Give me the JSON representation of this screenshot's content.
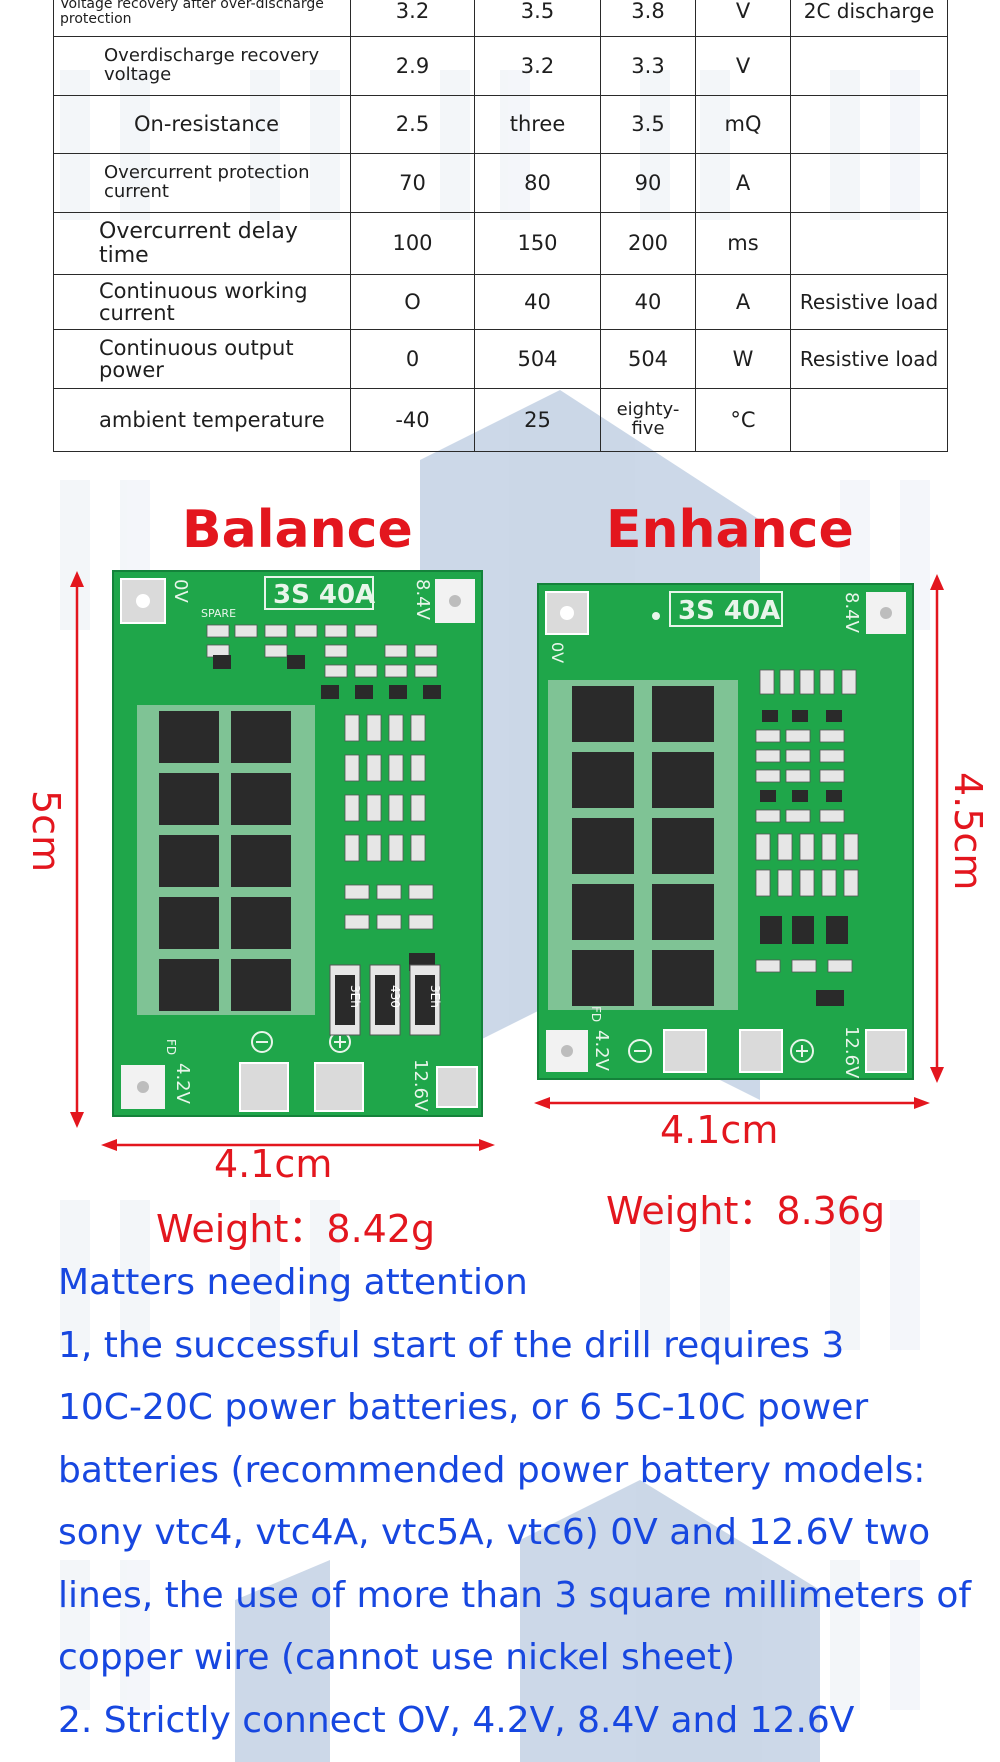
{
  "spec_table": {
    "rows": [
      {
        "param": "Voltage recovery after over-discharge protection",
        "min": "3.2",
        "typ": "3.5",
        "max": "3.8",
        "unit": "V",
        "note": "2C discharge"
      },
      {
        "param": "Overdischarge recovery voltage",
        "min": "2.9",
        "typ": "3.2",
        "max": "3.3",
        "unit": "V",
        "note": ""
      },
      {
        "param": "On-resistance",
        "min": "2.5",
        "typ": "three",
        "max": "3.5",
        "unit": "mQ",
        "note": ""
      },
      {
        "param": "Overcurrent protection current",
        "min": "70",
        "typ": "80",
        "max": "90",
        "unit": "A",
        "note": ""
      },
      {
        "param": "Overcurrent delay time",
        "min": "100",
        "typ": "150",
        "max": "200",
        "unit": "ms",
        "note": ""
      },
      {
        "param": "Continuous working current",
        "min": "O",
        "typ": "40",
        "max": "40",
        "unit": "A",
        "note": "Resistive load"
      },
      {
        "param": "Continuous output power",
        "min": "0",
        "typ": "504",
        "max": "504",
        "unit": "W",
        "note": "Resistive load"
      },
      {
        "param": "ambient temperature",
        "min": "-40",
        "typ": "25",
        "max": "eighty-five",
        "unit": "°C",
        "note": ""
      }
    ]
  },
  "boards": {
    "balance": {
      "title": "Balance",
      "height_label": "5cm",
      "width_label": "4.1cm",
      "weight": "Weight：8.42g",
      "model": "3S 40A",
      "pads": {
        "p0": "0V",
        "p1": "8.4V",
        "p2": "4.2V",
        "p3": "12.6V"
      },
      "silk": {
        "spare": "SPARE",
        "fd": "FD",
        "r1": "3Eh",
        "r2": "430",
        "r3": "3Eh"
      }
    },
    "enhance": {
      "title": "Enhance",
      "height_label": "4.5cm",
      "width_label": "4.1cm",
      "weight": "Weight：8.36g",
      "model": "3S 40A",
      "pads": {
        "p0": "0V",
        "p1": "8.4V",
        "p2": "4.2V",
        "p3": "12.6V"
      },
      "silk": {
        "fd": "FD"
      }
    }
  },
  "notes": {
    "lines": [
      "Matters needing attention",
      "1, the successful start of the drill requires 3",
      "10C-20C power batteries, or 6 5C-10C power",
      "batteries (recommended power battery models:",
      "sony vtc4, vtc4A, vtc5A, vtc6) 0V and 12.6V two",
      "lines, the use of more than 3 square millimeters of",
      "copper wire (cannot use nickel sheet)",
      "2. Strictly connect OV, 4.2V, 8.4V and 12.6V"
    ]
  },
  "colors": {
    "accent_red": "#e3161e",
    "note_blue": "#1747e0",
    "pcb_green": "#1fa64a",
    "watermark": "#5f86b8"
  }
}
